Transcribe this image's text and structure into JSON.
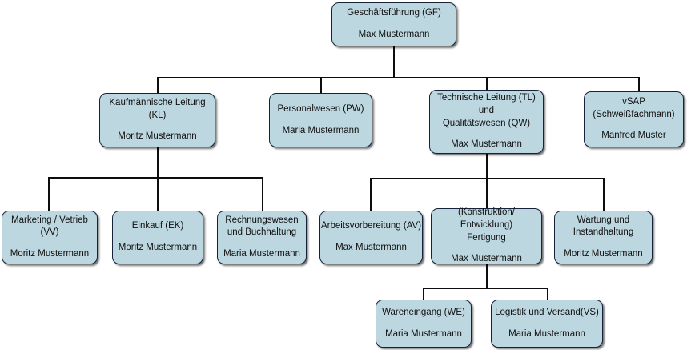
{
  "chart_data": {
    "type": "diagram",
    "subtype": "organizational-chart",
    "title": "Organigramm",
    "node_fill_color": "#bdd7e0",
    "node_border_color": "#16213a",
    "connector_color": "#0d0d0d",
    "background_color": "#ffffff",
    "levels": 4
  },
  "nodes": {
    "gf": {
      "title": "Geschäftsführung (GF)",
      "person": "Max Mustermann"
    },
    "kl": {
      "title": "Kaufmännische Leitung (KL)",
      "person": "Moritz Mustermann"
    },
    "pw": {
      "title": "Personalwesen (PW)",
      "person": "Maria Mustermann"
    },
    "tl": {
      "title": "Technische Leitung (TL)\nund\nQualitätswesen (QW)",
      "person": "Max Mustermann"
    },
    "vsap": {
      "title": "vSAP\n(Schweißfachmann)",
      "person": "Manfred Muster"
    },
    "vv": {
      "title": "Marketing / Vetrieb (VV)",
      "person": "Moritz Mustermann"
    },
    "ek": {
      "title": "Einkauf (EK)",
      "person": "Moritz Mustermann"
    },
    "rb": {
      "title": "Rechnungswesen\nund Buchhaltung",
      "person": "Maria Mustermann"
    },
    "av": {
      "title": "Arbeitsvorbereitung (AV)",
      "person": "Max Mustermann"
    },
    "ke": {
      "title": "(Konstruktion/ Entwicklung)\nFertigung",
      "person": "Max Mustermann"
    },
    "wi": {
      "title": "Wartung und\nInstandhaltung",
      "person": "Moritz Mustermann"
    },
    "we": {
      "title": "Wareneingang (WE)",
      "person": "Maria Mustermann"
    },
    "vs": {
      "title": "Logistik und Versand(VS)",
      "person": "Maria Mustermann"
    }
  }
}
